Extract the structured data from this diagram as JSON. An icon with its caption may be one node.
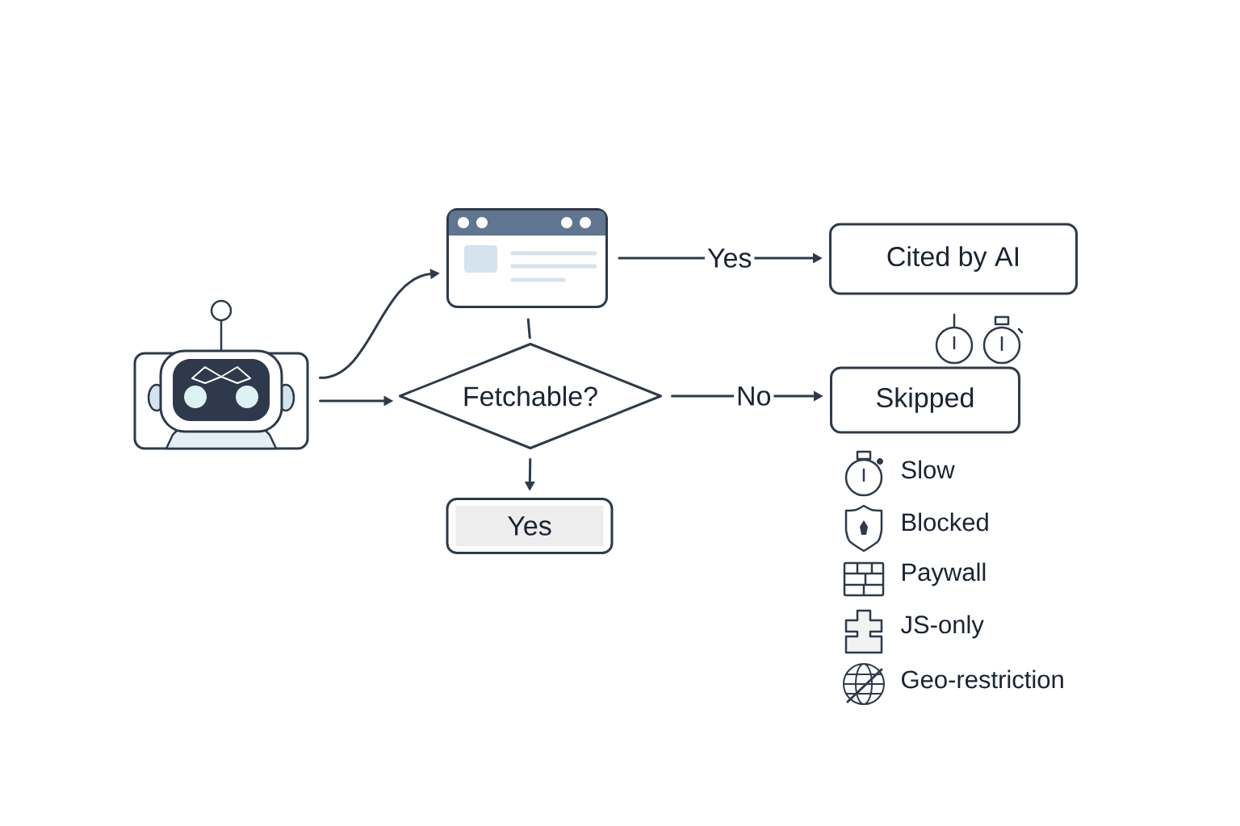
{
  "diagram": {
    "nodes": [
      {
        "text": [],
        "shape": "picture"
      },
      {
        "text": [],
        "shape": "picture"
      },
      {
        "text": [
          "Fetchable?"
        ]
      },
      {
        "text": [
          "Yes"
        ]
      },
      {
        "text": [
          "Cited by AI"
        ]
      },
      {
        "text": [
          "Skipped"
        ]
      }
    ],
    "edges": [
      {
        "from": 0,
        "to": 1,
        "arrow": "to"
      },
      {
        "from": 0,
        "to": 2,
        "arrow": "to"
      },
      {
        "from": 1,
        "to": 2,
        "arrow": "none"
      },
      {
        "from": 2,
        "to": 3,
        "arrow": "to"
      },
      {
        "from": 1,
        "to": 4,
        "label": "Yes",
        "arrow": "to"
      },
      {
        "from": 2,
        "to": 5,
        "label": "No",
        "arrow": "to"
      }
    ],
    "labels": [
      "Slow",
      "Blocked",
      "Paywall",
      "JS-only",
      "Geo-restriction"
    ]
  }
}
